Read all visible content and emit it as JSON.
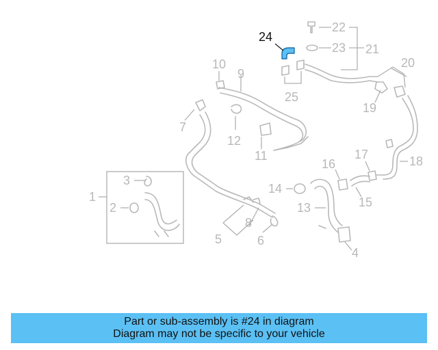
{
  "diagram": {
    "highlighted_part": "24",
    "highlight_color": "#5bc0f4",
    "part_labels": [
      "1",
      "2",
      "3",
      "4",
      "5",
      "6",
      "7",
      "8",
      "9",
      "10",
      "11",
      "12",
      "13",
      "14",
      "15",
      "16",
      "17",
      "18",
      "19",
      "20",
      "21",
      "22",
      "23",
      "24",
      "25"
    ]
  },
  "caption": {
    "line1": "Part or sub-assembly is #24 in diagram",
    "line2": "Diagram may not be specific to your vehicle",
    "background": "#5bc0f4"
  }
}
